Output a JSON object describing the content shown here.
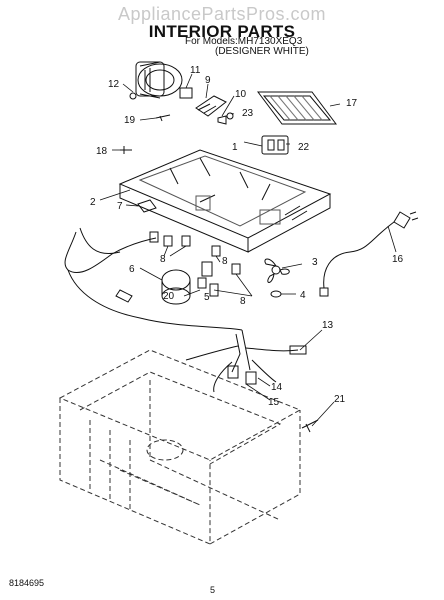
{
  "watermark": "AppliancePartsPros.com",
  "title": "INTERIOR PARTS",
  "model_line": "For Models:MH7130XEQ3",
  "color_line": "(DESIGNER WHITE)",
  "document_number": "8184695",
  "page_number": "5",
  "callouts": [
    "1",
    "2",
    "3",
    "4",
    "5",
    "6",
    "7",
    "8",
    "8",
    "8",
    "9",
    "10",
    "11",
    "12",
    "13",
    "14",
    "15",
    "16",
    "17",
    "18",
    "19",
    "20",
    "21",
    "22",
    "23"
  ]
}
